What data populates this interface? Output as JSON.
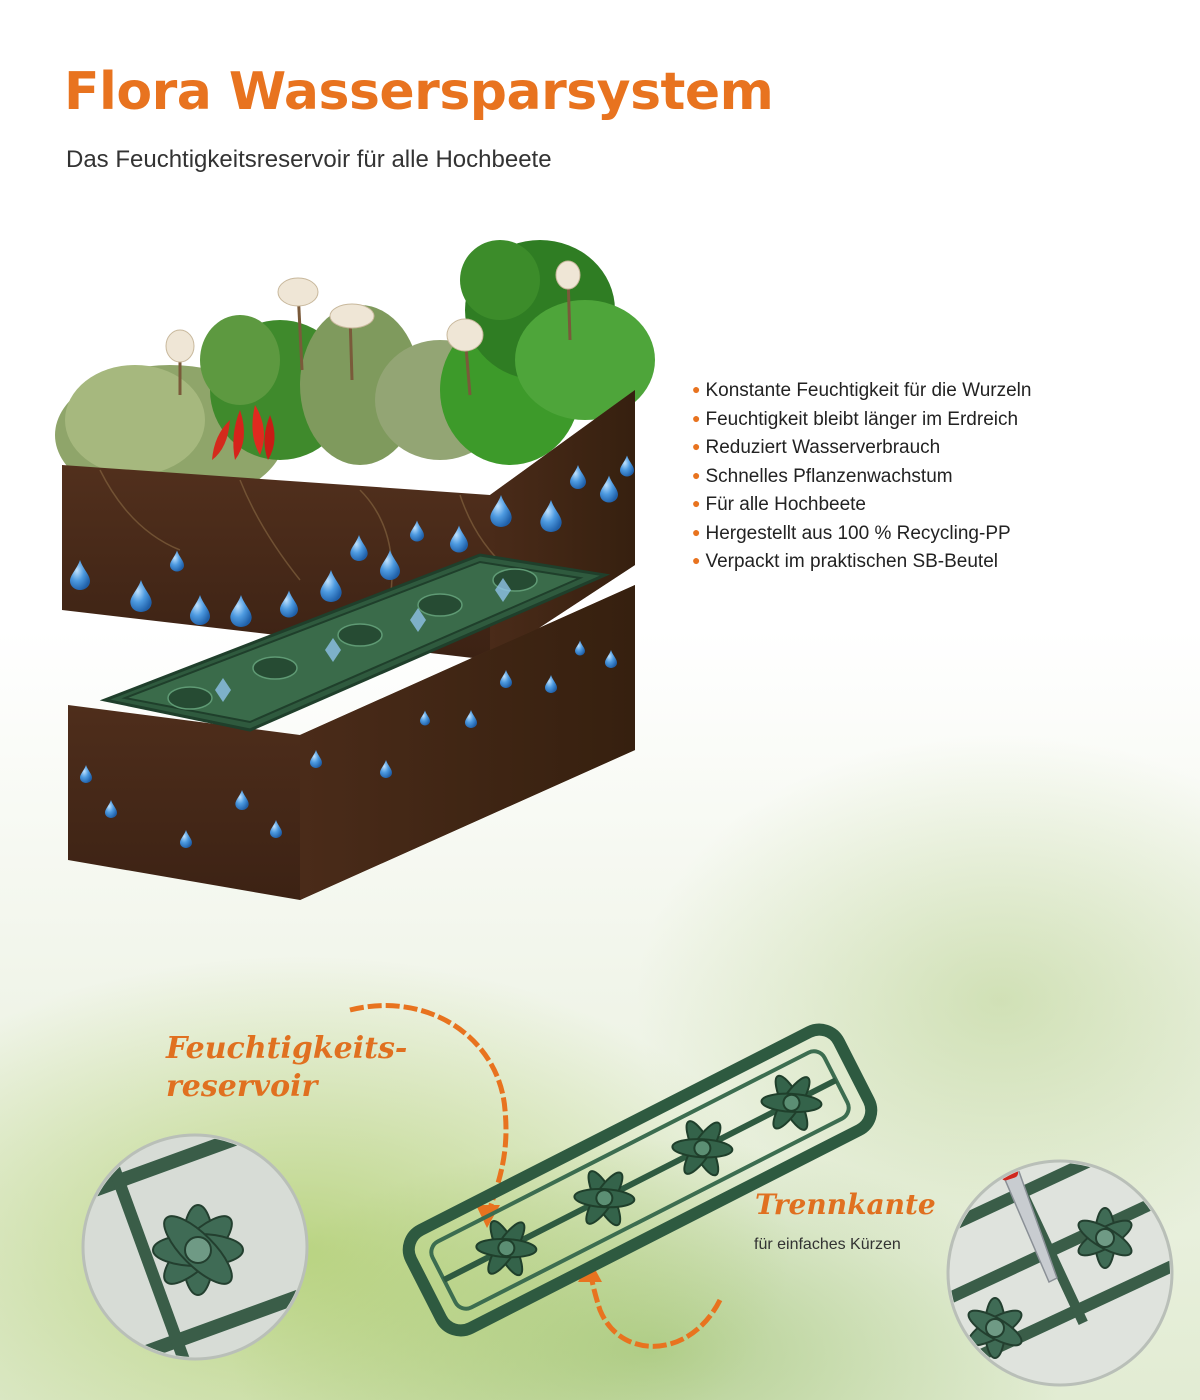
{
  "header": {
    "title": "Flora Wassersparsystem",
    "subtitle": "Das Feuchtigkeitsreservoir für alle Hochbeete"
  },
  "features": [
    "Konstante Feuchtigkeit für die Wurzeln",
    "Feuchtigkeit bleibt länger im Erdreich",
    "Reduziert Wasserverbrauch",
    "Schnelles Pflanzenwachstum",
    "Für alle Hochbeete",
    "Hergestellt aus 100 % Recycling-PP",
    "Verpackt im praktischen SB-Beutel"
  ],
  "callouts": {
    "reservoir_line1": "Feuchtigkeits-",
    "reservoir_line2": "reservoir",
    "trennkante_title": "Trennkante",
    "trennkante_sub": "für einfaches Kürzen"
  },
  "colors": {
    "accent": "#e8731f",
    "soil": "#4a2a18",
    "plastic_green": "#2f5a3e",
    "water": "#3a8fd8"
  },
  "icons": [
    "bullet-dot-icon",
    "water-drop-icon",
    "flower-reservoir-icon",
    "knife-icon"
  ]
}
